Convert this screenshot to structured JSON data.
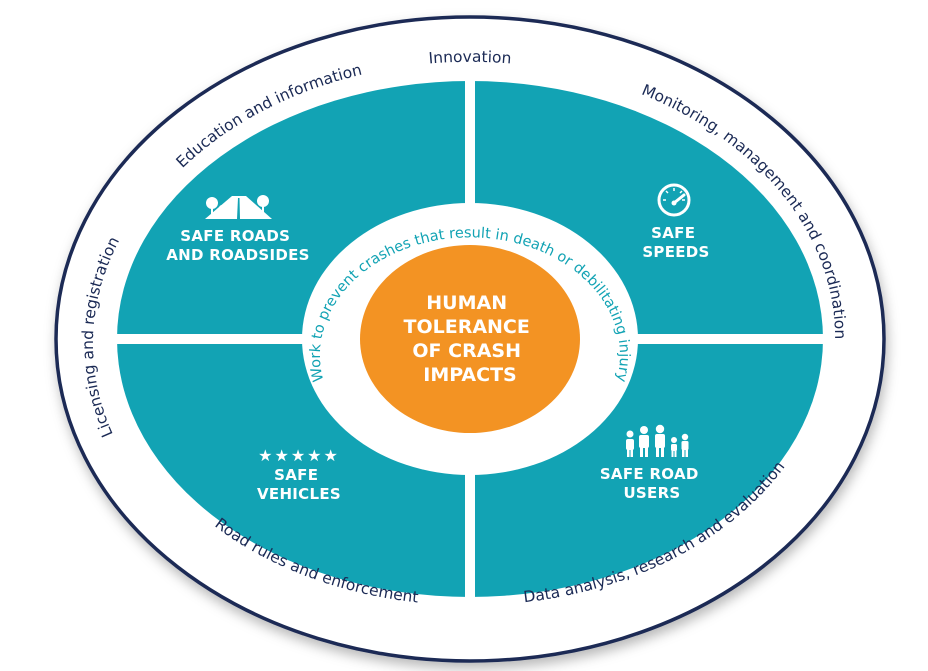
{
  "colors": {
    "teal": "#12a3b4",
    "orange": "#f39323",
    "navy": "#1b2a55",
    "white": "#ffffff"
  },
  "outer_ring": {
    "innovation": "Innovation",
    "education": "Education and information",
    "monitoring": "Monitoring, management and coordination",
    "licensing": "Licensing and registration",
    "road_rules": "Road rules and enforcement",
    "data_analysis": "Data analysis, research and evaluation"
  },
  "inner_ring": {
    "statement": "Work to prevent crashes that result in death or debilitating injury"
  },
  "center": {
    "lines": [
      "HUMAN",
      "TOLERANCE",
      "OF CRASH",
      "IMPACTS"
    ]
  },
  "quadrants": {
    "roads": {
      "lines": [
        "SAFE ROADS",
        "AND ROADSIDES"
      ],
      "icon": "road-trees-icon"
    },
    "speeds": {
      "lines": [
        "SAFE",
        "SPEEDS"
      ],
      "icon": "speedometer-icon"
    },
    "vehicles": {
      "lines": [
        "SAFE",
        "VEHICLES"
      ],
      "rating": "★★★★★",
      "icon": "five-stars-icon"
    },
    "users": {
      "lines": [
        "SAFE ROAD",
        "USERS"
      ],
      "icon": "family-icon"
    }
  }
}
